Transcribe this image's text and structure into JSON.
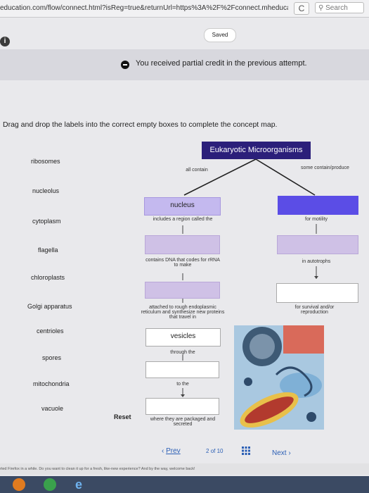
{
  "browser": {
    "url": "education.com/flow/connect.html?isReg=true&returnUrl=https%3A%2F%2Fconnect.mheducation.cc",
    "search_placeholder": "Search",
    "reload_glyph": "C"
  },
  "status": {
    "saved_label": "Saved",
    "info_glyph": "i",
    "banner_text": "You received partial credit in the previous attempt."
  },
  "instructions": "Drag and drop the labels into the correct empty boxes to complete the concept map.",
  "labels": [
    "ribosomes",
    "nucleolus",
    "cytoplasm",
    "flagella",
    "chloroplasts",
    "Golgi apparatus",
    "centrioles",
    "spores",
    "mitochondria",
    "vacuole"
  ],
  "concept_map": {
    "root": "Eukaryotic Microorganisms",
    "left_link": "all contain",
    "right_link": "some contain/produce",
    "nucleus_label": "nucleus",
    "links_left": [
      "includes a region called the",
      "contains DNA that codes for rRNA to make",
      "attached to rough endoplasmic reticulum and synthesize new proteins that travel in",
      "through the",
      "to the",
      "where they are packaged and secreted"
    ],
    "vesicles_label": "vesicles",
    "links_right": [
      "for motility",
      "in autotrophs",
      "for survival and/or reproduction"
    ]
  },
  "controls": {
    "reset_label": "Reset",
    "prev_label": "Prev",
    "page_current": "2",
    "page_of": "of",
    "page_total": "10",
    "next_label": "Next"
  },
  "footer_notice": "rted Firefox in a while. Do you want to clean it up for a fresh, like-new experience? And by the way, welcome back!",
  "colors": {
    "accent": "#5b4de6",
    "root_bg": "#2b1f7a",
    "link": "#2b5fb5"
  }
}
